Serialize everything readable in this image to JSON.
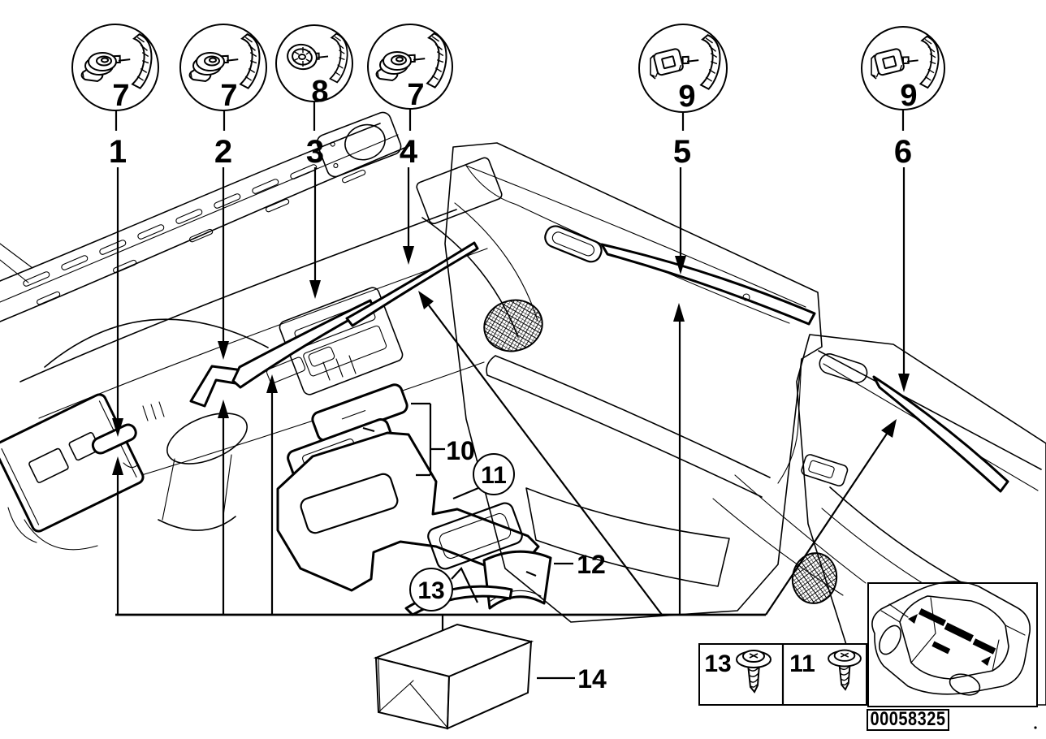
{
  "colors": {
    "ink": "#000000",
    "paper": "#ffffff"
  },
  "fasteners": {
    "items": [
      {
        "label": "7",
        "icon": "push-pin-rivet-icon"
      },
      {
        "label": "7",
        "icon": "push-pin-rivet-icon"
      },
      {
        "label": "8",
        "icon": "round-grommet-icon"
      },
      {
        "label": "7",
        "icon": "push-pin-rivet-icon"
      },
      {
        "label": "9",
        "icon": "square-snap-clip-icon"
      },
      {
        "label": "9",
        "icon": "square-snap-clip-icon"
      }
    ]
  },
  "callouts": {
    "c1": "1",
    "c2": "2",
    "c3": "3",
    "c4": "4",
    "c5": "5",
    "c6": "6",
    "c10": "10",
    "c11": "11",
    "c12": "12",
    "c13": "13",
    "c14": "14"
  },
  "hardware_legend": {
    "rows": [
      {
        "ref": "13",
        "icon": "tapping-screw-icon"
      },
      {
        "ref": "11",
        "icon": "tapping-screw-icon"
      }
    ]
  },
  "plate": {
    "code": "00058325"
  },
  "car_inset": {
    "icon": "car-three-quarter-view-trim-location-icon"
  }
}
